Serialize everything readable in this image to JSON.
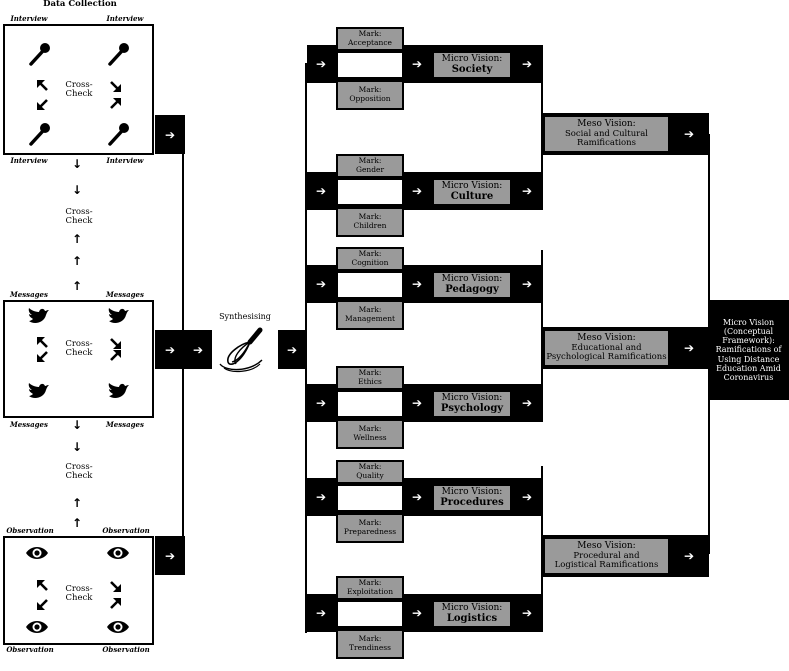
{
  "data_collection": {
    "title": "Data Collection",
    "synthesising": "Synthesising",
    "cross_check": "Cross-\nCheck",
    "interview": "Interview",
    "messages": "Messages",
    "observation": "Observation"
  },
  "icons": {
    "microphone": "microphone-icon",
    "bird": "bird-icon",
    "eye": "eye-icon",
    "whisk": "whisk-icon"
  },
  "micro": [
    {
      "label": "Micro Vision:",
      "name": "Society",
      "mark_top": "Mark:\nAcceptance",
      "mark_bottom": "Mark:\nOpposition"
    },
    {
      "label": "Micro Vision:",
      "name": "Culture",
      "mark_top": "Mark:\nGender",
      "mark_bottom": "Mark:\nChildren"
    },
    {
      "label": "Micro Vision:",
      "name": "Pedagogy",
      "mark_top": "Mark:\nCognition",
      "mark_bottom": "Mark:\nManagement"
    },
    {
      "label": "Micro Vision:",
      "name": "Psychology",
      "mark_top": "Mark:\nEthics",
      "mark_bottom": "Mark:\nWellness"
    },
    {
      "label": "Micro Vision:",
      "name": "Procedures",
      "mark_top": "Mark:\nQuality",
      "mark_bottom": "Mark:\nPreparedness"
    },
    {
      "label": "Micro Vision:",
      "name": "Logistics",
      "mark_top": "Mark:\nExploitation",
      "mark_bottom": "Mark:\nTrendiness"
    }
  ],
  "meso": [
    {
      "label": "Meso Vision:",
      "text": "Social and Cultural\nRamifications"
    },
    {
      "label": "Meso Vision:",
      "text": "Educational and\nPsychological Ramifications"
    },
    {
      "label": "Meso Vision:",
      "text": "Procedural and\nLogistical Ramifications"
    }
  ],
  "final": "Micro Vision\n(Conceptual\nFramework):\nRamifications of\nUsing Distance\nEducation Amid\nCoronavirus",
  "arrow": "➔"
}
